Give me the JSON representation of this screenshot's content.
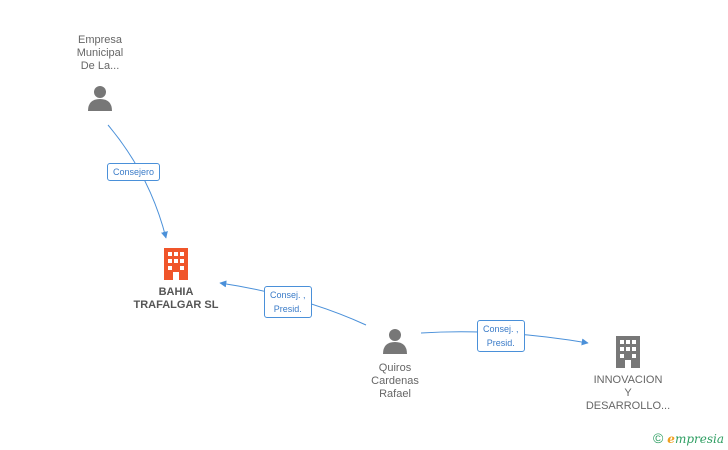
{
  "nodes": {
    "empresa_municipal": {
      "label": "Empresa\nMunicipal\nDe La...",
      "icon": "person-icon"
    },
    "bahia_trafalgar": {
      "label": "BAHIA\nTRAFALGAR SL",
      "icon": "building-icon",
      "color": "#f0552a"
    },
    "quiros_cardenas": {
      "label": "Quiros\nCardenas\nRafael",
      "icon": "person-icon"
    },
    "innovacion": {
      "label": "INNOVACION\nY\nDESARROLLO...",
      "icon": "building-icon",
      "color": "#777777"
    }
  },
  "edges": {
    "consejero": {
      "label": "Consejero"
    },
    "quiros_bahia": {
      "label": "Consej. ,\nPresid."
    },
    "quiros_innovacion": {
      "label": "Consej. ,\nPresid."
    }
  },
  "brand": {
    "copyright": "©",
    "name": "mpresia",
    "initial": "e"
  },
  "colors": {
    "edge": "#4a90d9",
    "icon_gray": "#777777",
    "accent": "#f0552a"
  }
}
